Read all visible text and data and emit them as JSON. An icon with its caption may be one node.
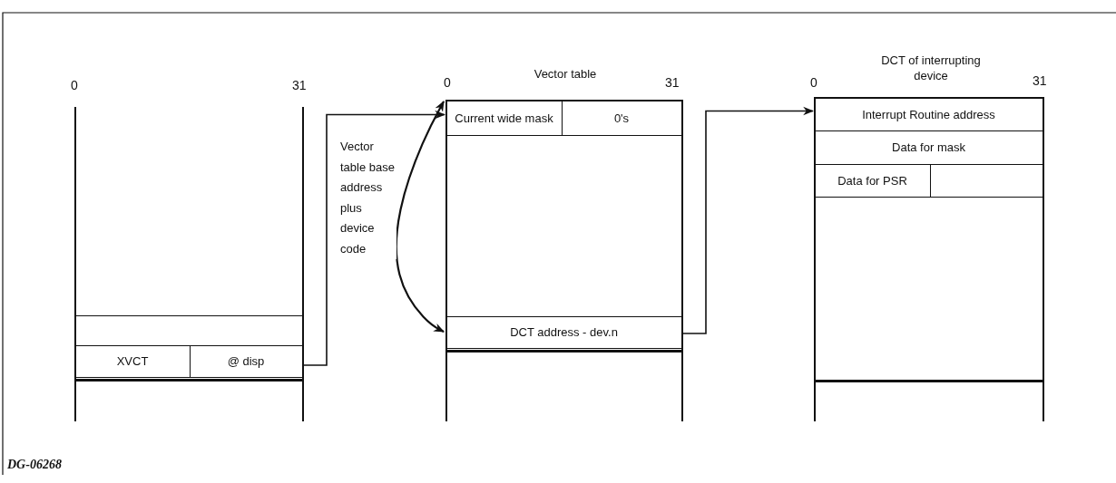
{
  "diagram": {
    "nodes": [
      {
        "text": [],
        "shape": "box"
      },
      {
        "text": [],
        "shape": "box",
        "in": 0
      },
      {
        "text": [
          "XVCT"
        ],
        "in": 0
      },
      {
        "text": [
          "@ disp"
        ],
        "in": 0
      },
      {
        "text": [
          "Vector table"
        ]
      },
      {
        "text": [
          "Current wide mask"
        ],
        "in": 4
      },
      {
        "text": [
          "0's"
        ],
        "in": 4
      },
      {
        "text": [
          "DCT address - dev.n"
        ],
        "in": 4
      },
      {
        "text": [
          "DCT of interrupting device"
        ]
      },
      {
        "text": [
          "Interrupt Routine address"
        ],
        "in": 8
      },
      {
        "text": [
          "Data for mask"
        ],
        "in": 8
      },
      {
        "text": [
          "Data for PSR"
        ],
        "in": 8
      },
      {
        "text": [],
        "shape": "box",
        "in": 8
      }
    ],
    "edges": [
      {
        "from": 3,
        "to": 5,
        "arrow": "to"
      },
      {
        "from": 5,
        "to": 7,
        "arrow": "both",
        "label": "Vector table base address plus device code"
      },
      {
        "from": 7,
        "to": 9,
        "arrow": "to"
      }
    ],
    "labels": [
      "0",
      "31",
      "0",
      "31",
      "0",
      "31",
      "DG-06268"
    ]
  }
}
